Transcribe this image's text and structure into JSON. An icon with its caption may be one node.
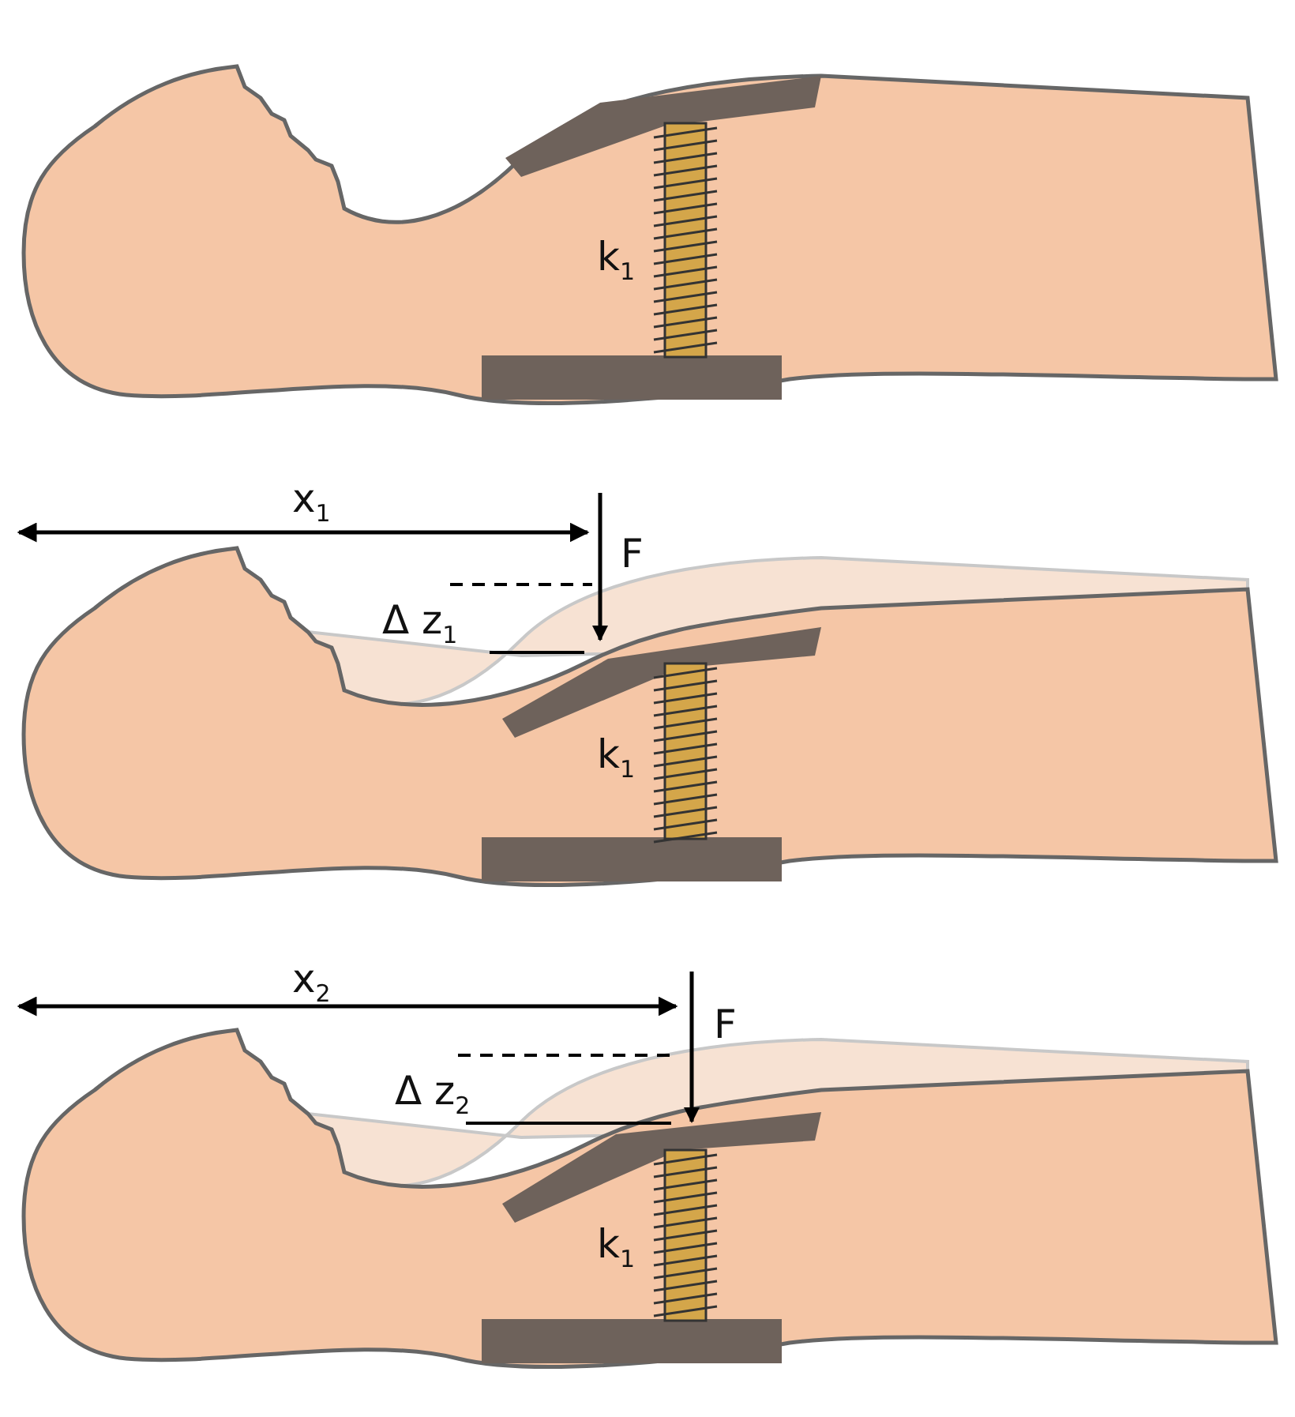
{
  "diagram": {
    "labels": [
      "k$_{1}$",
      "x$_{1}$",
      "F",
      "Δ z$_{1}$",
      "k$_{1}$",
      "x$_{2}$",
      "F",
      "Δ z$_{2}$",
      "k$_{1}$"
    ]
  }
}
